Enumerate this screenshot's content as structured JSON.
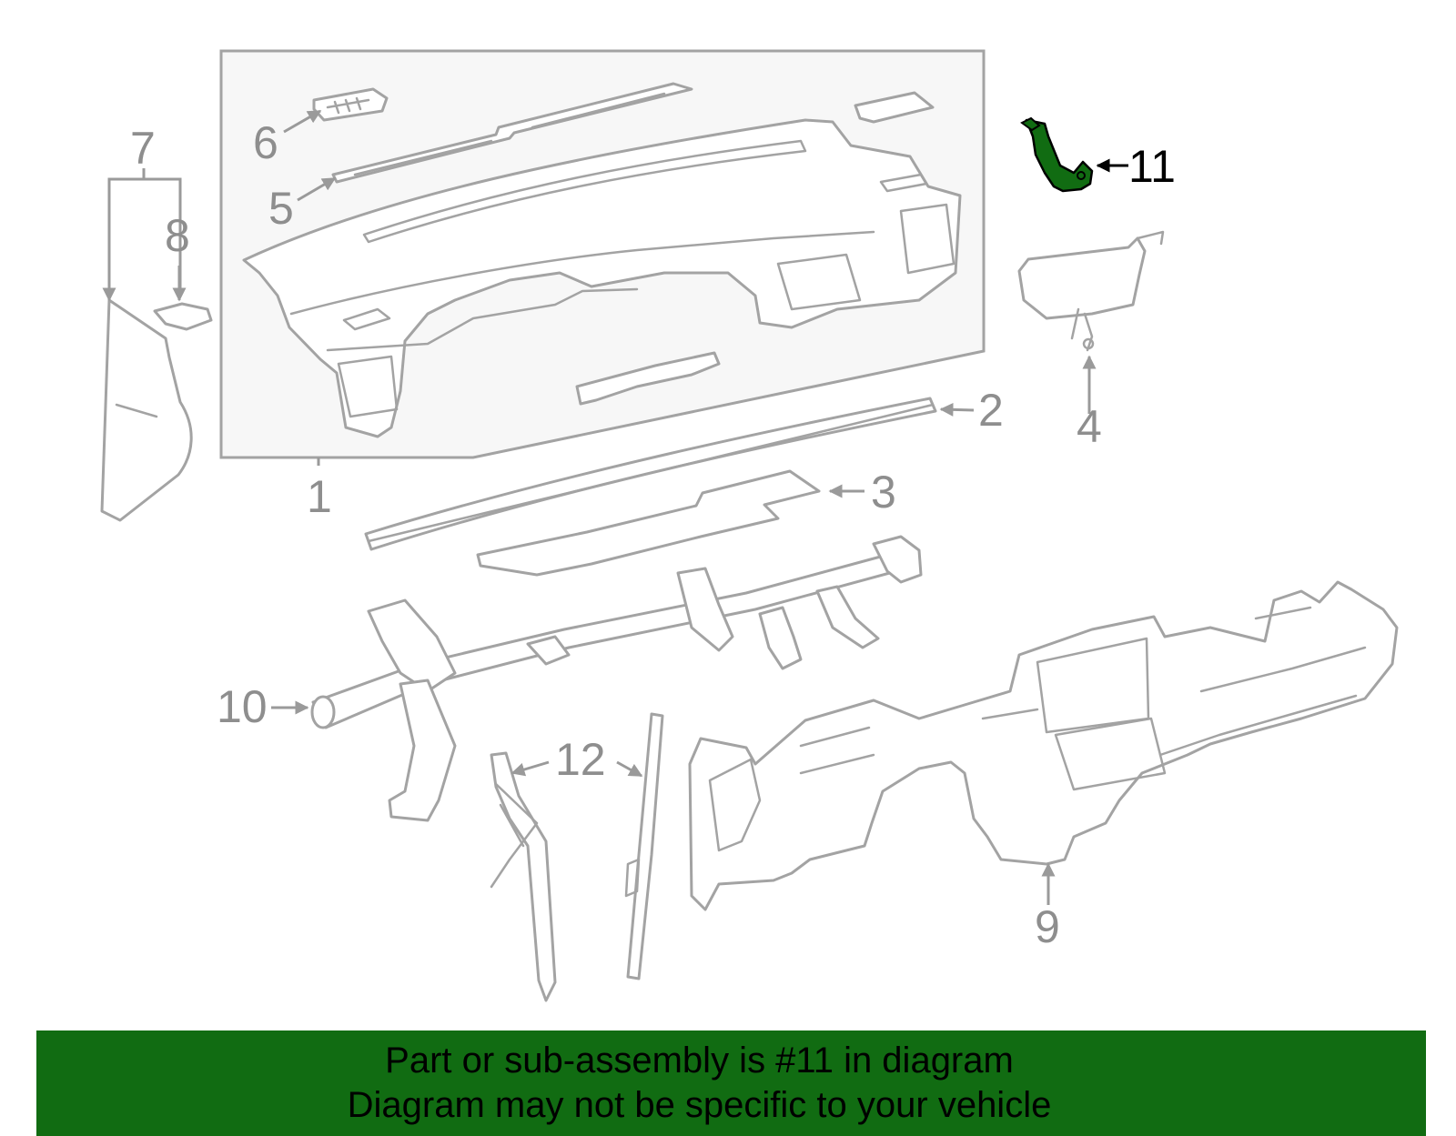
{
  "diagram": {
    "callouts": {
      "c1": "1",
      "c2": "2",
      "c3": "3",
      "c4": "4",
      "c5": "5",
      "c6": "6",
      "c7": "7",
      "c8": "8",
      "c9": "9",
      "c10": "10",
      "c11": "11",
      "c12": "12"
    },
    "highlight": {
      "part_number": "11",
      "color": "#116c12"
    },
    "colors": {
      "line": "#a3a3a3",
      "panel_fill": "#f7f7f7",
      "label": "#8e8e8e"
    }
  },
  "banner": {
    "line1": "Part or sub-assembly is #11 in diagram",
    "line2": "Diagram may not be specific to your vehicle",
    "background": "#116c12"
  }
}
